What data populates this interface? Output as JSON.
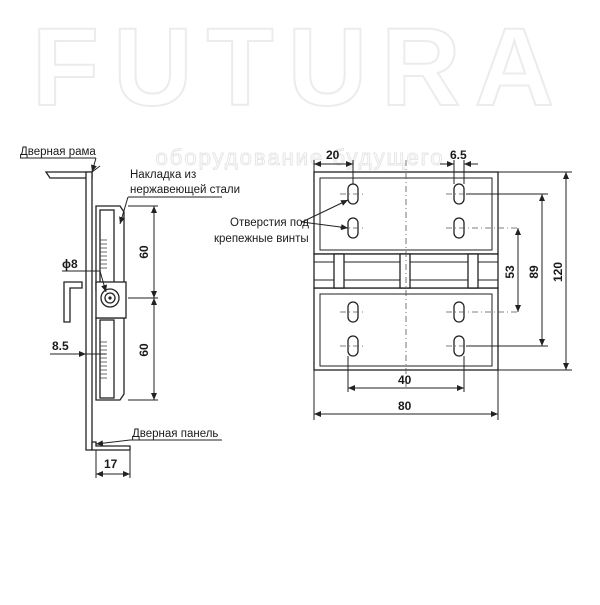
{
  "watermark": {
    "brand": "FUTURA",
    "slogan": "оборудование будущего"
  },
  "labels": {
    "door_frame": "Дверная рама",
    "stainless_plate": [
      "Накладка из",
      "нержавеющей стали"
    ],
    "screw_holes": [
      "Отверстия под",
      "крепежные винты"
    ],
    "door_panel": "Дверная панель"
  },
  "dimensions": {
    "left_top_height": "60",
    "left_bottom_height": "60",
    "pin_diameter": "ϕ8",
    "offset": "8.5",
    "depth": "17",
    "hole_offset_left": "20",
    "slot_width": "6.5",
    "hole_spacing_v": "53",
    "inner_height": "89",
    "total_height": "120",
    "hole_spacing_h": "40",
    "total_width": "80"
  },
  "colors": {
    "line": "#222222",
    "watermark_stroke": "#ececec"
  }
}
